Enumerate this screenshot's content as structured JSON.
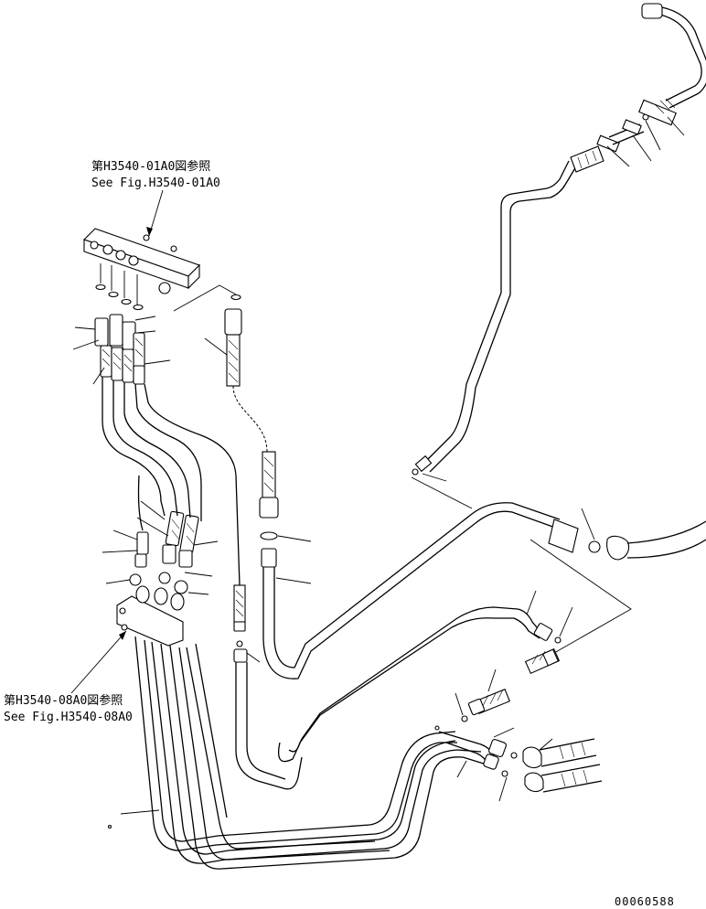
{
  "references": [
    {
      "id": "ref-top",
      "line1": "第H3540-01A0図参照",
      "line2": "See Fig.H3540-01A0"
    },
    {
      "id": "ref-left",
      "line1": "第H3540-08A0図参照",
      "line2": "See Fig.H3540-08A0"
    }
  ],
  "drawing_code": "00060588"
}
